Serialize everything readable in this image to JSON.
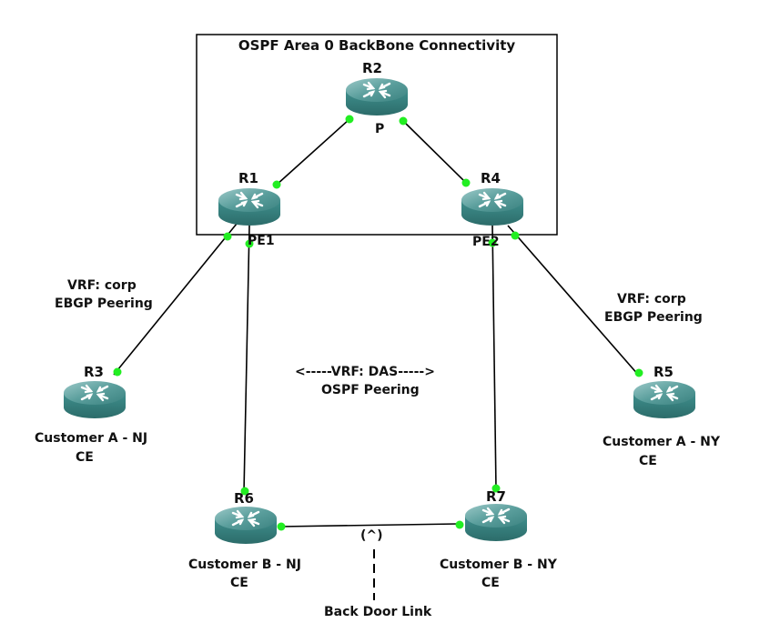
{
  "diagram": {
    "area_box": {
      "title": "OSPF Area 0 BackBone Connectivity"
    },
    "routers": [
      {
        "id": "R2",
        "name": "R2",
        "role": "P",
        "description": ""
      },
      {
        "id": "R1",
        "name": "R1",
        "role": "PE1",
        "description": ""
      },
      {
        "id": "R4",
        "name": "R4",
        "role": "PE2",
        "description": ""
      },
      {
        "id": "R3",
        "name": "R3",
        "role": "CE",
        "description": "Customer A - NJ"
      },
      {
        "id": "R5",
        "name": "R5",
        "role": "CE",
        "description": "Customer A - NY"
      },
      {
        "id": "R6",
        "name": "R6",
        "role": "CE",
        "description": "Customer B - NJ"
      },
      {
        "id": "R7",
        "name": "R7",
        "role": "CE",
        "description": "Customer B - NY"
      }
    ],
    "links": [
      {
        "from": "R2",
        "to": "R1",
        "type": "solid"
      },
      {
        "from": "R2",
        "to": "R4",
        "type": "solid"
      },
      {
        "from": "R1",
        "to": "R3",
        "type": "solid"
      },
      {
        "from": "R1",
        "to": "R6",
        "type": "solid"
      },
      {
        "from": "R4",
        "to": "R7",
        "type": "solid"
      },
      {
        "from": "R4",
        "to": "R5",
        "type": "solid"
      },
      {
        "from": "R6",
        "to": "R7",
        "type": "solid"
      }
    ],
    "annotations": {
      "left_vrf": {
        "line1": "VRF: corp",
        "line2": "EBGP Peering"
      },
      "right_vrf": {
        "line1": "VRF: corp",
        "line2": "EBGP Peering"
      },
      "center_vrf": {
        "line1": "<-----VRF: DAS----->",
        "line2": "OSPF Peering"
      },
      "backdoor": {
        "marker": "(^)",
        "label": "Back Door Link"
      }
    },
    "colors": {
      "router_body": "#3e8e8c",
      "router_top": "#5fa9a7",
      "port_dot": "#22dd22",
      "link": "#000000"
    }
  }
}
